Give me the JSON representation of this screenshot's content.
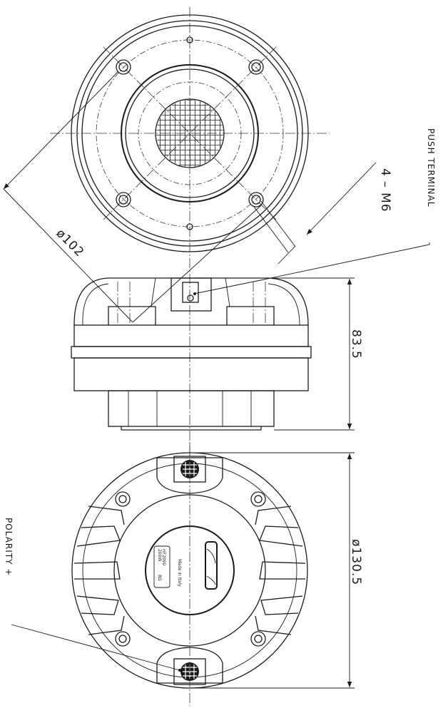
{
  "labels": {
    "push_terminal": "PUSH TERMINAL",
    "bolts": "4 – M6",
    "bolt_circle": "ø102",
    "height": "83.5",
    "diameter": "ø130.5",
    "polarity": "POLARITY +"
  },
  "badge": {
    "model": "HF2000",
    "power": "200W",
    "impedance": "8Ω",
    "origin": "Made in Italy"
  }
}
